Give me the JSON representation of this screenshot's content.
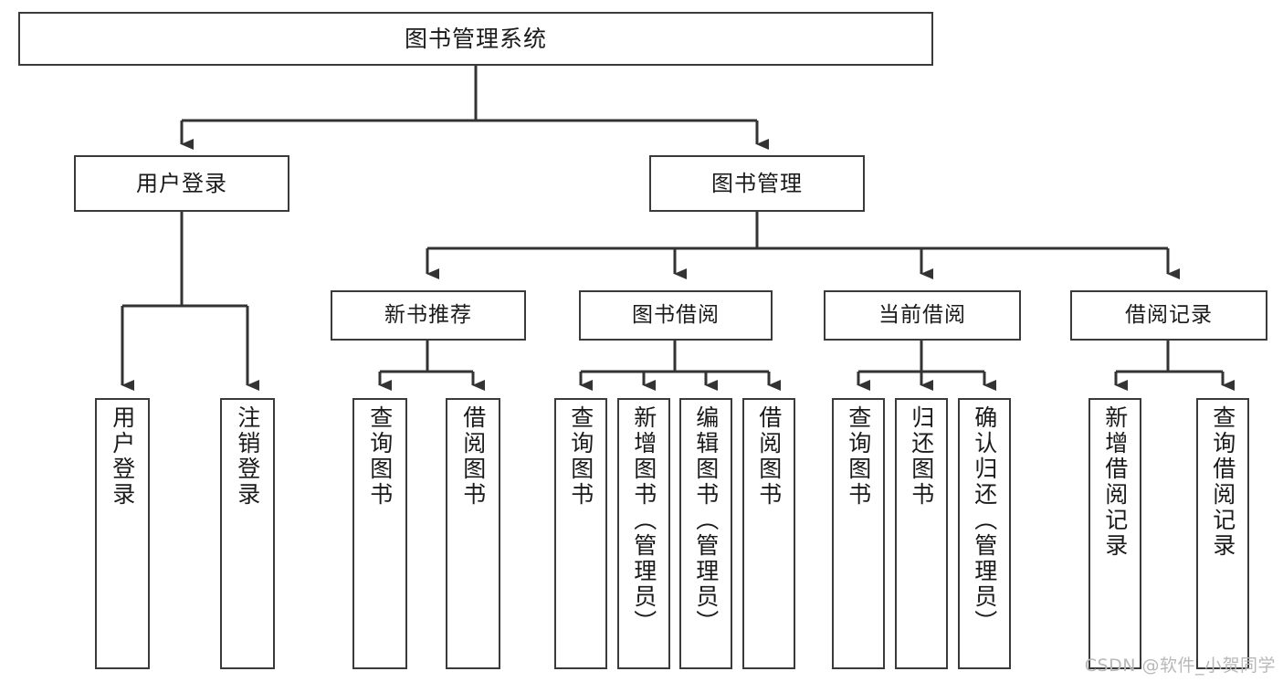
{
  "diagram": {
    "type": "tree-hierarchy-chart",
    "title": "图书管理系统",
    "orientation": "top-down",
    "box_fill": "#ffffff",
    "box_stroke": "#3a3a3a",
    "connector_color": "#333333",
    "watermark": "CSDN @软件_小贺同学"
  },
  "nodes": {
    "root": {
      "label": "图书管理系统",
      "level": 1
    },
    "level2": [
      {
        "id": "user-login",
        "label": "用户登录"
      },
      {
        "id": "book-management",
        "label": "图书管理"
      }
    ],
    "level3": [
      {
        "id": "new-book-recommend",
        "label": "新书推荐"
      },
      {
        "id": "book-borrow",
        "label": "图书借阅"
      },
      {
        "id": "current-borrow",
        "label": "当前借阅"
      },
      {
        "id": "borrow-record",
        "label": "借阅记录"
      }
    ],
    "leaves": {
      "user_login": [
        {
          "id": "leaf-user-login",
          "label": "用户登录"
        },
        {
          "id": "leaf-logout-login",
          "label": "注销登录"
        }
      ],
      "new_book_recommend": [
        {
          "id": "leaf-query-book-1",
          "label": "查询图书"
        },
        {
          "id": "leaf-borrow-book-1",
          "label": "借阅图书"
        }
      ],
      "book_borrow": [
        {
          "id": "leaf-query-book-2",
          "label": "查询图书"
        },
        {
          "id": "leaf-add-book",
          "label": "新增图书（管理员）"
        },
        {
          "id": "leaf-edit-book",
          "label": "编辑图书（管理员）"
        },
        {
          "id": "leaf-borrow-book-2",
          "label": "借阅图书"
        }
      ],
      "current_borrow": [
        {
          "id": "leaf-query-book-3",
          "label": "查询图书"
        },
        {
          "id": "leaf-return-book",
          "label": "归还图书"
        },
        {
          "id": "leaf-confirm-return",
          "label": "确认归还（管理员）"
        }
      ],
      "borrow_record": [
        {
          "id": "leaf-add-record",
          "label": "新增借阅记录"
        },
        {
          "id": "leaf-query-record",
          "label": "查询借阅记录"
        }
      ]
    }
  }
}
